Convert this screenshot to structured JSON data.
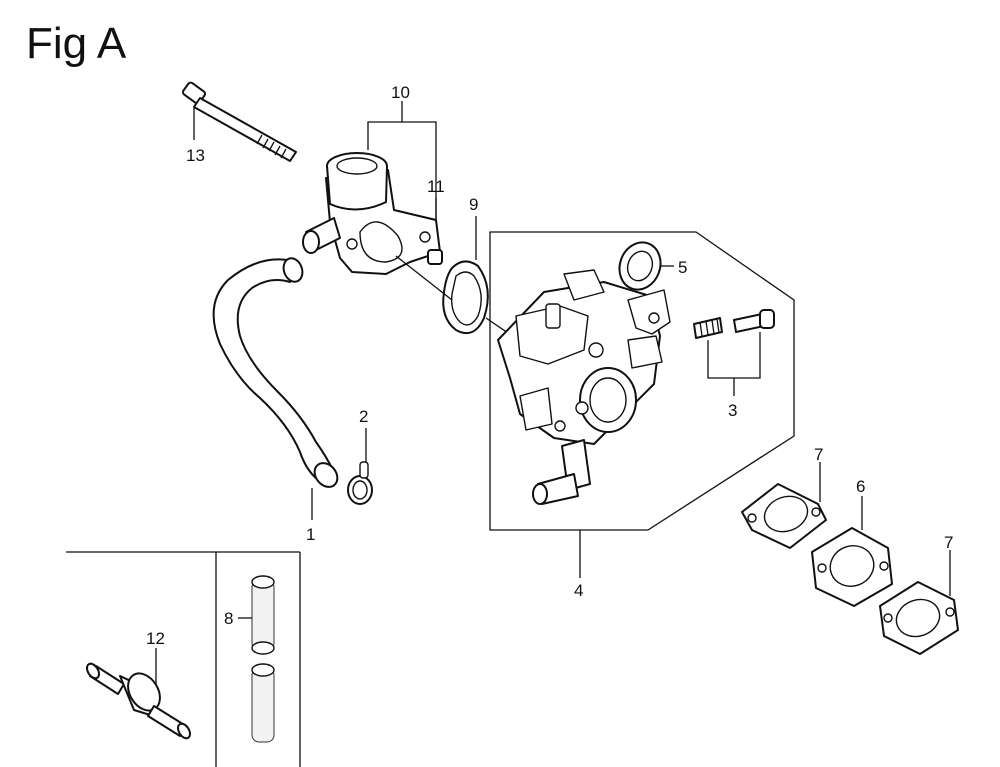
{
  "figure": {
    "title": "Fig A"
  },
  "callouts": {
    "c1": "1",
    "c2": "2",
    "c3": "3",
    "c4": "4",
    "c5": "5",
    "c6": "6",
    "c7a": "7",
    "c7b": "7",
    "c8": "8",
    "c9": "9",
    "c10": "10",
    "c11": "11",
    "c12": "12",
    "c13": "13"
  }
}
